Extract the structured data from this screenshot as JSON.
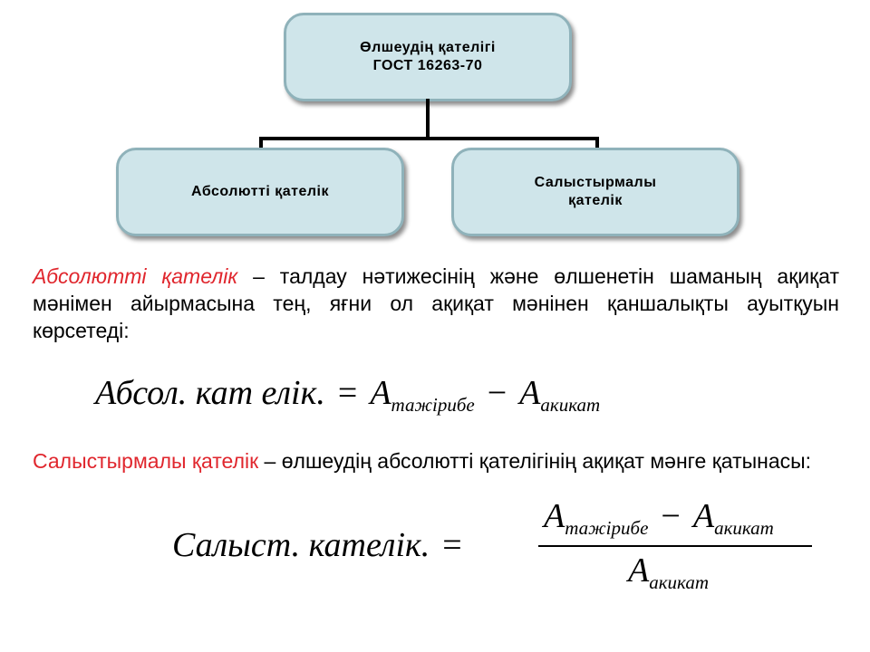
{
  "diagram": {
    "root": {
      "line1": "Өлшеудің қателігі",
      "line2": "ГОСТ 16263-70"
    },
    "left_child": {
      "label": "Абсолютті қателік"
    },
    "right_child": {
      "line1": "Салыстырмалы",
      "line2": "қателік"
    }
  },
  "absolute": {
    "term": "Абсолютті қателік",
    "definition": " – талдау нәтижесінің және өлшенетін шаманың ақиқат мәнімен айырмасына тең, яғни ол ақиқат мәнінен қаншалықты ауытқуын көрсетеді:"
  },
  "formula1": {
    "lhs": "Абсол. кат елік.",
    "eq": "=",
    "a1": "A",
    "sub1": "тажірибе",
    "minus": "−",
    "a2": "A",
    "sub2": "акикат"
  },
  "relative": {
    "term": "Салыстырмалы қателік",
    "definition": " – өлшеудің абсолютті қателігінің ақиқат мәнге қатынасы:"
  },
  "formula2": {
    "lhs": "Салыст. кателік.",
    "eq": "=",
    "num_a1": "A",
    "num_sub1": "тажірибе",
    "num_minus": "−",
    "num_a2": "A",
    "num_sub2": "акикат",
    "den_a": "A",
    "den_sub": "акикат"
  }
}
